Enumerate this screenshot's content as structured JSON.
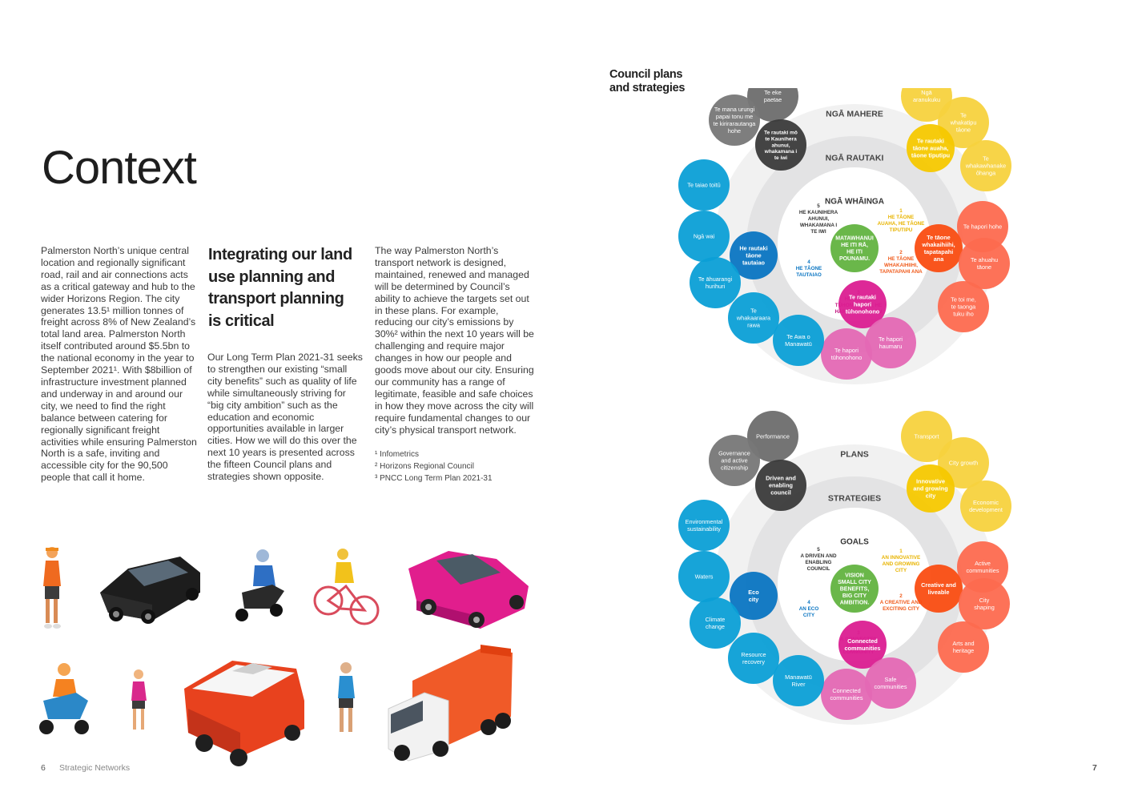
{
  "left": {
    "title": "Context",
    "col1": "Palmerston North’s unique central location and regionally significant road, rail and air connections acts as a critical gateway and hub to the wider Horizons Region. The city generates 13.5¹ million tonnes of freight across 8% of New Zealand’s total land area. Palmerston North itself contributed around $5.5bn to the national economy in the year to September 2021¹. With $8billion of infrastructure investment planned and underway in and around our city, we need to find the right balance between catering for regionally significant freight activities while ensuring Palmerston North is a safe, inviting and accessible city for the 90,500 people that call it home.",
    "heading2": "Integrating our land use planning and transport planning is critical",
    "col2": "Our Long Term Plan 2021-31 seeks to strengthen our existing “small city benefits” such as quality of life while simultaneously striving for “big city ambition” such as the education and economic opportunities available in larger cities. How we will do this over the next 10 years is presented across the fifteen Council plans and strategies shown opposite.",
    "col3": "The way Palmerston North’s transport network is designed, maintained, renewed and managed will be determined by Council’s ability to achieve the targets set out in these plans. For example, reducing our city’s emissions by 30%² within the next 10 years will be challenging and require major changes in how our people and goods move about our city. Ensuring our community has a range of legitimate, feasible and safe choices in how they move across the city will require fundamental changes to our city’s physical transport network.",
    "footnotes": [
      "¹  Infometrics",
      "²  Horizons Regional Council",
      "³  PNCC Long Term Plan 2021-31"
    ],
    "page_number": "6",
    "publication": "Strategic Networks",
    "illustrations": [
      "walking-woman-icon",
      "black-car-icon",
      "scooter-rider-icon",
      "cyclist-icon",
      "pink-car-icon",
      "scooter-rider-2-icon",
      "jogger-icon",
      "camper-van-icon",
      "jogger-2-icon",
      "truck-icon"
    ]
  },
  "right": {
    "title": "Council plans and strategies",
    "page_number": "7",
    "colors": {
      "grey": "#6d6d6d",
      "dark": "#3a3a3a",
      "yellow": "#f7d23e",
      "yellow_dark": "#f5c800",
      "orange": "#fd6a4f",
      "orange_dark": "#fa4d12",
      "magenta": "#db1e91",
      "pink": "#e468b4",
      "blue": "#0b9fd6",
      "blue_dark": "#0a75c2",
      "green": "#6ab74a"
    },
    "diagrams": [
      {
        "outer_label": "NGĀ MAHERE",
        "middle_label": "NGĀ RAUTAKI",
        "inner_label": "NGĀ WHĀINGA",
        "center": [
          "MATAWHANUI",
          "HE ITI RĀ,",
          "HE ITI",
          "POUNAMU."
        ],
        "goals": [
          [
            "1",
            "HE TĀONE",
            "AUAHA, HE TĀONE",
            "TIPUTIPU"
          ],
          [
            "2",
            "HE TĀONE",
            "WHAKAIHIIHI,",
            "TAPATAPAHI ANA"
          ],
          [
            "3",
            "HE HAPORI",
            "TŪHONOHONO, HE",
            "HAPORI HAUMARU"
          ],
          [
            "4",
            "HE TĀONE",
            "TAUTAIAO"
          ],
          [
            "5",
            "HE KAUNIHERA",
            "AHUNUI,",
            "WHAKAMANA I",
            "TE IWI"
          ]
        ],
        "bubbles": [
          [
            "Te eke",
            "paetae"
          ],
          [
            "Te mana urungi",
            "papai tonu me",
            "te kirirarautanga",
            "hohe"
          ],
          [
            "Te rautaki mō",
            "te Kaunihera",
            "ahunui,",
            "whakamana i",
            "te iwi"
          ],
          [
            "Ngā",
            "aranukuku"
          ],
          [
            "Te",
            "whakatipu",
            "tāone"
          ],
          [
            "Te rautaki",
            "tāone auaha,",
            "tāone tiputipu"
          ],
          [
            "Te",
            "whakawhanake",
            "ōhanga"
          ],
          [
            "Te hapori hohe"
          ],
          [
            "Te tāone",
            "whakaihiihi,",
            "tapatapahi",
            "ana"
          ],
          [
            "Te ahuahu",
            "tāone"
          ],
          [
            "Te toi me,",
            "te taonga",
            "tuku iho"
          ],
          [
            "Te rautaki",
            "hapori",
            "tūhonohono"
          ],
          [
            "Te hapori",
            "haumaru"
          ],
          [
            "Te hapori",
            "tūhonohono"
          ],
          [
            "Te taiao toitū"
          ],
          [
            "Ngā wai"
          ],
          [
            "He rautaki",
            "tāone",
            "tautaiao"
          ],
          [
            "Te āhuarangi",
            "hurihuri"
          ],
          [
            "Te",
            "whakaaraara",
            "rawa"
          ],
          [
            "Te Awa o",
            "Manawatū"
          ]
        ]
      },
      {
        "outer_label": "PLANS",
        "middle_label": "STRATEGIES",
        "inner_label": "GOALS",
        "center": [
          "VISION",
          "SMALL CITY",
          "BENEFITS,",
          "BIG CITY",
          "AMBITION."
        ],
        "goals": [
          [
            "1",
            "AN INNOVATIVE",
            "AND GROWING",
            "CITY"
          ],
          [
            "2",
            "A CREATIVE AND",
            "EXCITING CITY"
          ],
          [
            "3",
            "A CONNECTED",
            "AND SAFE",
            "COMMUNITY"
          ],
          [
            "4",
            "AN ECO",
            "CITY"
          ],
          [
            "5",
            "A DRIVEN AND",
            "ENABLING",
            "COUNCIL"
          ]
        ],
        "bubbles": [
          [
            "Performance"
          ],
          [
            "Governance",
            "and active",
            "citizenship"
          ],
          [
            "Driven and",
            "enabling",
            "council"
          ],
          [
            "Transport"
          ],
          [
            "City growth"
          ],
          [
            "Innovative",
            "and growing",
            "city"
          ],
          [
            "Economic",
            "development"
          ],
          [
            "Active",
            "communities"
          ],
          [
            "Creative and",
            "liveable"
          ],
          [
            "City",
            "shaping"
          ],
          [
            "Arts and",
            "heritage"
          ],
          [
            "Connected",
            "communities"
          ],
          [
            "Safe",
            "communities"
          ],
          [
            "Connected",
            "communities"
          ],
          [
            "Environmental",
            "sustainability"
          ],
          [
            "Waters"
          ],
          [
            "Eco",
            "city"
          ],
          [
            "Climate",
            "change"
          ],
          [
            "Resource",
            "recovery"
          ],
          [
            "Manawatū",
            "River"
          ]
        ]
      }
    ]
  }
}
